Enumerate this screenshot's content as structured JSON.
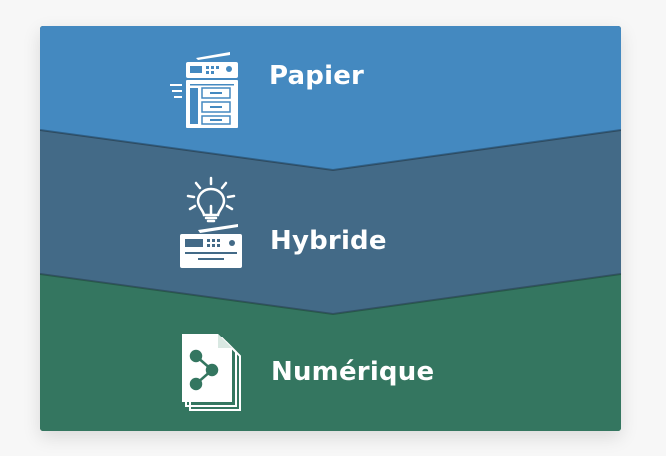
{
  "steps": [
    {
      "label": "Papier",
      "icon": "printer-copier-icon",
      "color": "#4489c0"
    },
    {
      "label": "Hybride",
      "icon": "lightbulb-scanner-icon",
      "color": "#436a87"
    },
    {
      "label": "Numérique",
      "icon": "digital-documents-share-icon",
      "color": "#347660"
    }
  ]
}
